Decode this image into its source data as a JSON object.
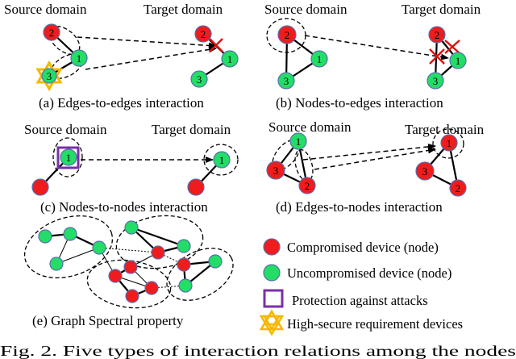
{
  "panels": {
    "a": {
      "source": "Source domain",
      "target": "Target domain",
      "caption": "(a) Edges-to-edges interaction"
    },
    "b": {
      "source": "Source domain",
      "target": "Target domain",
      "caption": "(b) Nodes-to-edges interaction"
    },
    "c": {
      "source": "Source domain",
      "target": "Target domain",
      "caption": "(c) Nodes-to-nodes interaction"
    },
    "d": {
      "source": "Source domain",
      "target": "Target domain",
      "caption": "(d) Edges-to-nodes interaction"
    },
    "e": {
      "caption": "(e) Graph Spectral property"
    }
  },
  "node_labels": {
    "one": "1",
    "two": "2",
    "three": "3"
  },
  "legend": {
    "compromised": "Compromised device (node)",
    "uncompromised": "Uncompromised device (node)",
    "protection": "Protection against attacks",
    "high_secure": "High-secure requirement devices"
  },
  "figure_caption": "Fig. 2.  Five types of interaction relations among the nodes",
  "colors": {
    "compromised": "#ee1c1c",
    "uncompromised": "#22dd66",
    "protection": "#7a2fa8",
    "high_secure": "#f5b800",
    "attack_cross": "#e01010"
  },
  "icons": {
    "protection": "square-outline-icon",
    "high_secure": "star-of-david-icon",
    "attack": "cross-icon"
  }
}
